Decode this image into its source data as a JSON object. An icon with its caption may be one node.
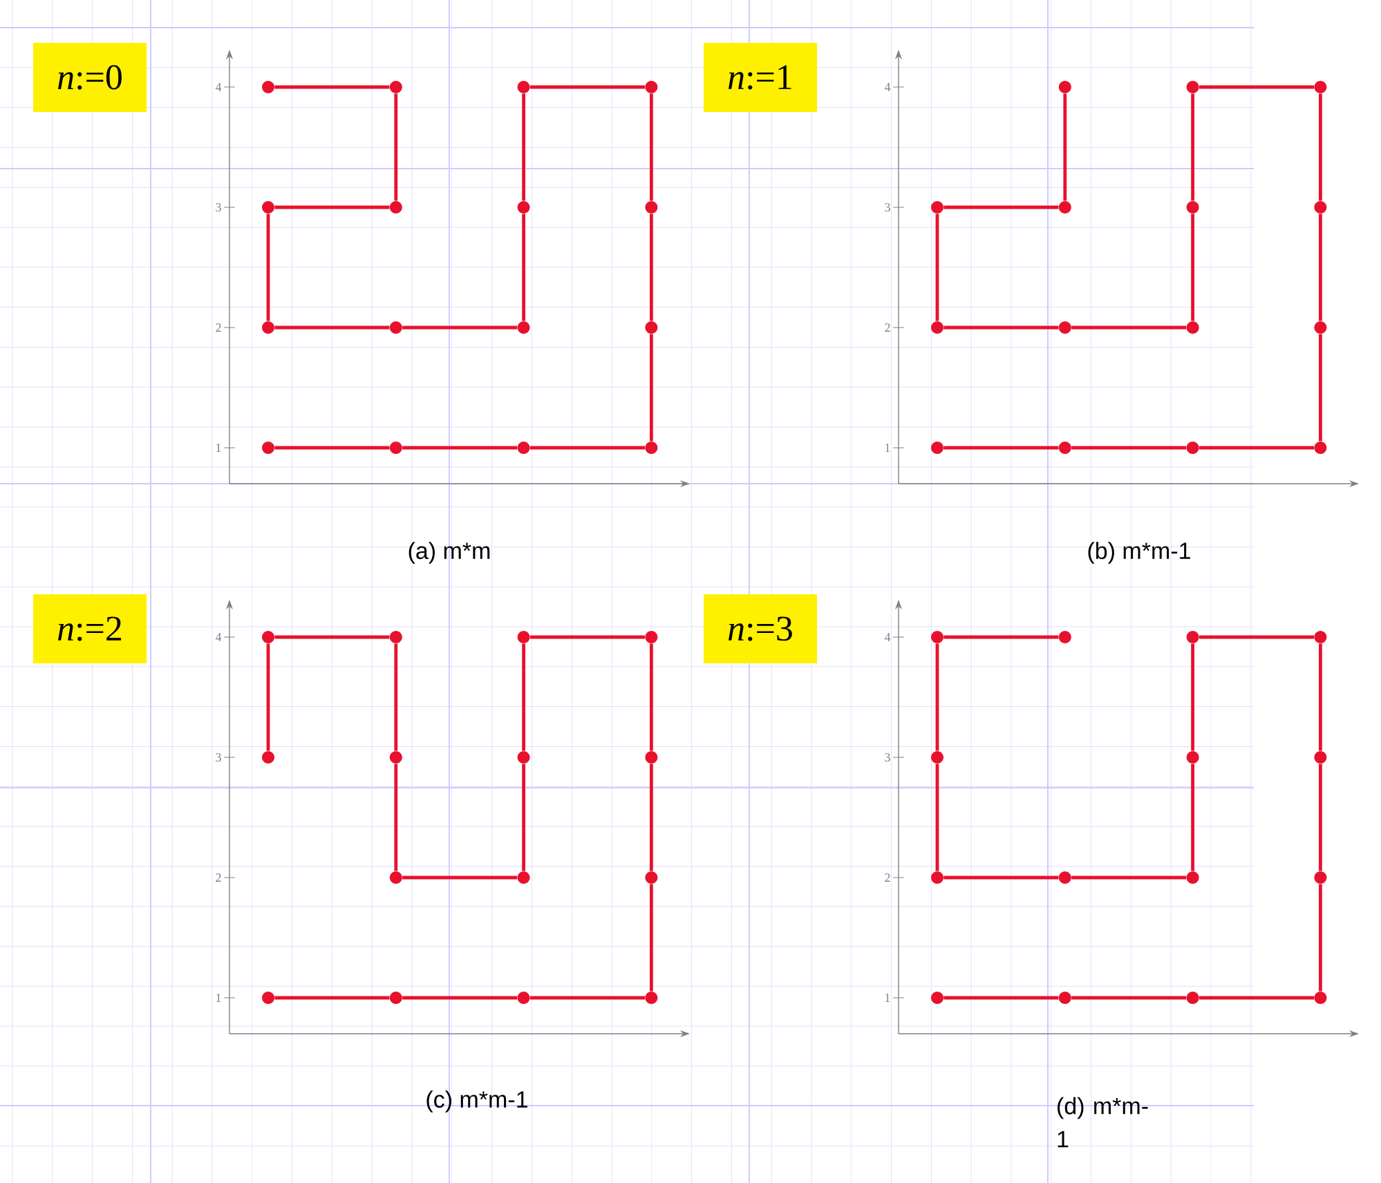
{
  "diagram": {
    "nodes": [
      {
        "text": [
          "*n*:=0"
        ]
      },
      {
        "text": [],
        "shape": "circle"
      },
      {
        "text": [],
        "shape": "circle"
      },
      {
        "text": [],
        "shape": "circle"
      },
      {
        "text": [],
        "shape": "circle"
      },
      {
        "text": [],
        "shape": "circle"
      },
      {
        "text": [],
        "shape": "circle"
      },
      {
        "text": [],
        "shape": "circle"
      },
      {
        "text": [],
        "shape": "circle"
      },
      {
        "text": [],
        "shape": "circle"
      },
      {
        "text": [],
        "shape": "circle"
      },
      {
        "text": [],
        "shape": "circle"
      },
      {
        "text": [],
        "shape": "circle"
      },
      {
        "text": [],
        "shape": "circle"
      },
      {
        "text": [],
        "shape": "circle"
      },
      {
        "text": [],
        "shape": "circle"
      },
      {
        "text": [],
        "shape": "circle"
      },
      {
        "text": [
          "*n*:=1"
        ]
      },
      {
        "text": [],
        "shape": "circle"
      },
      {
        "text": [],
        "shape": "circle"
      },
      {
        "text": [],
        "shape": "circle"
      },
      {
        "text": [],
        "shape": "circle"
      },
      {
        "text": [],
        "shape": "circle"
      },
      {
        "text": [],
        "shape": "circle"
      },
      {
        "text": [],
        "shape": "circle"
      },
      {
        "text": [],
        "shape": "circle"
      },
      {
        "text": [],
        "shape": "circle"
      },
      {
        "text": [],
        "shape": "circle"
      },
      {
        "text": [],
        "shape": "circle"
      },
      {
        "text": [],
        "shape": "circle"
      },
      {
        "text": [],
        "shape": "circle"
      },
      {
        "text": [],
        "shape": "circle"
      },
      {
        "text": [],
        "shape": "circle"
      },
      {
        "text": [
          "*n*:=2"
        ]
      },
      {
        "text": [],
        "shape": "circle"
      },
      {
        "text": [],
        "shape": "circle"
      },
      {
        "text": [],
        "shape": "circle"
      },
      {
        "text": [],
        "shape": "circle"
      },
      {
        "text": [],
        "shape": "circle"
      },
      {
        "text": [],
        "shape": "circle"
      },
      {
        "text": [],
        "shape": "circle"
      },
      {
        "text": [],
        "shape": "circle"
      },
      {
        "text": [],
        "shape": "circle"
      },
      {
        "text": [],
        "shape": "circle"
      },
      {
        "text": [],
        "shape": "circle"
      },
      {
        "text": [],
        "shape": "circle"
      },
      {
        "text": [],
        "shape": "circle"
      },
      {
        "text": [],
        "shape": "circle"
      },
      {
        "text": [],
        "shape": "circle"
      },
      {
        "text": [
          "*n*:=3"
        ]
      },
      {
        "text": [],
        "shape": "circle"
      },
      {
        "text": [],
        "shape": "circle"
      },
      {
        "text": [],
        "shape": "circle"
      },
      {
        "text": [],
        "shape": "circle"
      },
      {
        "text": [],
        "shape": "circle"
      },
      {
        "text": [],
        "shape": "circle"
      },
      {
        "text": [],
        "shape": "circle"
      },
      {
        "text": [],
        "shape": "circle"
      },
      {
        "text": [],
        "shape": "circle"
      },
      {
        "text": [],
        "shape": "circle"
      },
      {
        "text": [],
        "shape": "circle"
      },
      {
        "text": [],
        "shape": "circle"
      },
      {
        "text": [],
        "shape": "circle"
      },
      {
        "text": [],
        "shape": "circle"
      },
      {
        "text": [],
        "shape": "circle"
      }
    ],
    "edges": [
      {
        "from": 1,
        "to": 2,
        "arrow": "none"
      },
      {
        "from": 2,
        "to": 6,
        "arrow": "none"
      },
      {
        "from": 6,
        "to": 5,
        "arrow": "none"
      },
      {
        "from": 5,
        "to": 9,
        "arrow": "none"
      },
      {
        "from": 9,
        "to": 10,
        "arrow": "none"
      },
      {
        "from": 10,
        "to": 11,
        "arrow": "none"
      },
      {
        "from": 11,
        "to": 7,
        "arrow": "none"
      },
      {
        "from": 7,
        "to": 3,
        "arrow": "none"
      },
      {
        "from": 3,
        "to": 4,
        "arrow": "none"
      },
      {
        "from": 4,
        "to": 8,
        "arrow": "none"
      },
      {
        "from": 8,
        "to": 12,
        "arrow": "none"
      },
      {
        "from": 12,
        "to": 16,
        "arrow": "none"
      },
      {
        "from": 16,
        "to": 15,
        "arrow": "none"
      },
      {
        "from": 15,
        "to": 14,
        "arrow": "none"
      },
      {
        "from": 14,
        "to": 13,
        "arrow": "none"
      },
      {
        "from": 18,
        "to": 22,
        "arrow": "none"
      },
      {
        "from": 22,
        "to": 21,
        "arrow": "none"
      },
      {
        "from": 21,
        "to": 25,
        "arrow": "none"
      },
      {
        "from": 25,
        "to": 26,
        "arrow": "none"
      },
      {
        "from": 26,
        "to": 27,
        "arrow": "none"
      },
      {
        "from": 27,
        "to": 23,
        "arrow": "none"
      },
      {
        "from": 23,
        "to": 19,
        "arrow": "none"
      },
      {
        "from": 19,
        "to": 20,
        "arrow": "none"
      },
      {
        "from": 20,
        "to": 24,
        "arrow": "none"
      },
      {
        "from": 24,
        "to": 28,
        "arrow": "none"
      },
      {
        "from": 28,
        "to": 32,
        "arrow": "none"
      },
      {
        "from": 32,
        "to": 31,
        "arrow": "none"
      },
      {
        "from": 31,
        "to": 30,
        "arrow": "none"
      },
      {
        "from": 30,
        "to": 29,
        "arrow": "none"
      },
      {
        "from": 38,
        "to": 34,
        "arrow": "none"
      },
      {
        "from": 34,
        "to": 35,
        "arrow": "none"
      },
      {
        "from": 35,
        "to": 39,
        "arrow": "none"
      },
      {
        "from": 39,
        "to": 42,
        "arrow": "none"
      },
      {
        "from": 42,
        "to": 43,
        "arrow": "none"
      },
      {
        "from": 43,
        "to": 40,
        "arrow": "none"
      },
      {
        "from": 40,
        "to": 36,
        "arrow": "none"
      },
      {
        "from": 36,
        "to": 37,
        "arrow": "none"
      },
      {
        "from": 37,
        "to": 41,
        "arrow": "none"
      },
      {
        "from": 41,
        "to": 44,
        "arrow": "none"
      },
      {
        "from": 44,
        "to": 48,
        "arrow": "none"
      },
      {
        "from": 48,
        "to": 47,
        "arrow": "none"
      },
      {
        "from": 47,
        "to": 46,
        "arrow": "none"
      },
      {
        "from": 46,
        "to": 45,
        "arrow": "none"
      },
      {
        "from": 51,
        "to": 50,
        "arrow": "none"
      },
      {
        "from": 50,
        "to": 54,
        "arrow": "none"
      },
      {
        "from": 54,
        "to": 57,
        "arrow": "none"
      },
      {
        "from": 57,
        "to": 58,
        "arrow": "none"
      },
      {
        "from": 58,
        "to": 59,
        "arrow": "none"
      },
      {
        "from": 59,
        "to": 55,
        "arrow": "none"
      },
      {
        "from": 55,
        "to": 52,
        "arrow": "none"
      },
      {
        "from": 52,
        "to": 53,
        "arrow": "none"
      },
      {
        "from": 53,
        "to": 56,
        "arrow": "none"
      },
      {
        "from": 56,
        "to": 60,
        "arrow": "none"
      },
      {
        "from": 60,
        "to": 64,
        "arrow": "none"
      },
      {
        "from": 64,
        "to": 63,
        "arrow": "none"
      },
      {
        "from": 63,
        "to": 62,
        "arrow": "none"
      },
      {
        "from": 62,
        "to": 61,
        "arrow": "none"
      }
    ],
    "labels": [
      "4",
      "3",
      "2",
      "1",
      "4",
      "3",
      "2",
      "1",
      "(a) m*m",
      "(b) m*m-1",
      "4",
      "3",
      "2",
      "1",
      "4",
      "3",
      "2",
      "1",
      "(c) m*m-1",
      "(d) m*m-1"
    ]
  }
}
